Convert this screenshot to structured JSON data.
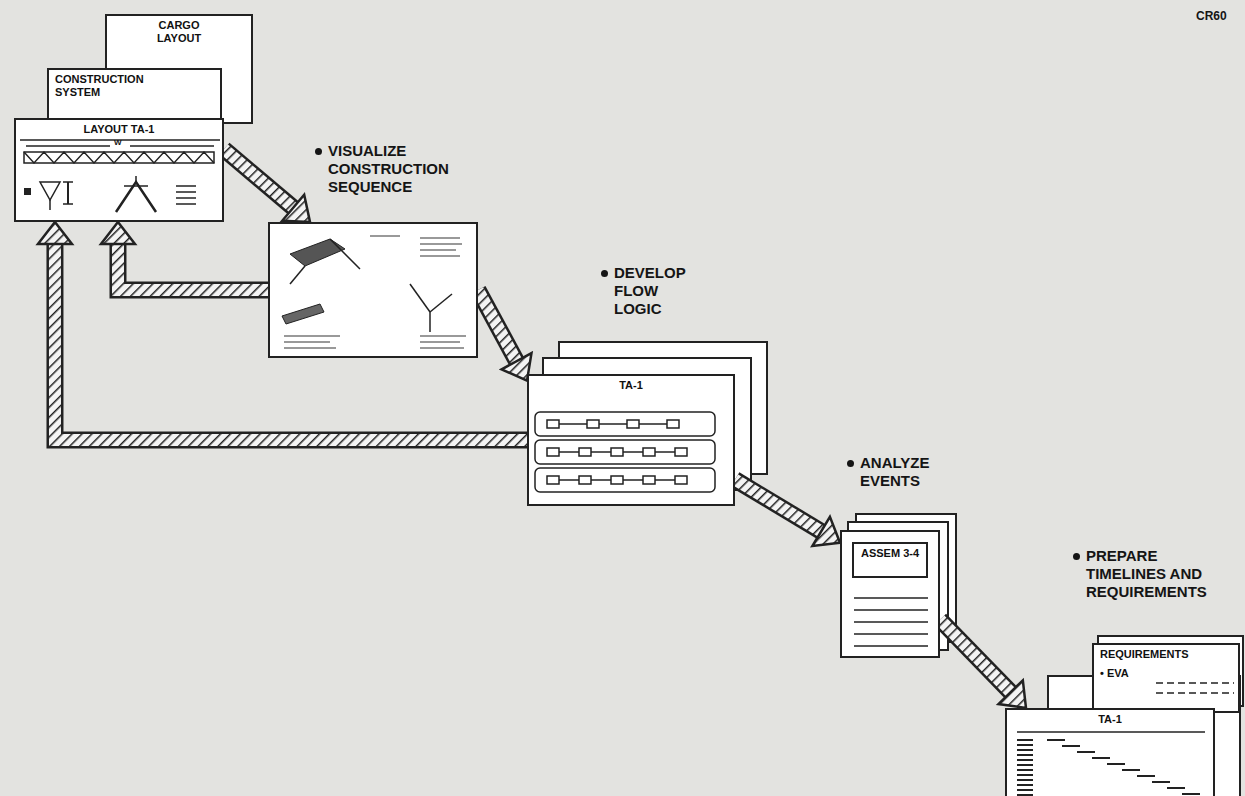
{
  "diagram": {
    "nodes": [
      {
        "text": [
          "CARGO LAYOUT"
        ]
      },
      {
        "text": [
          "CONSTRUCTION SYSTEM"
        ]
      },
      {
        "text": [
          "LAYOUT TA-1"
        ]
      },
      {
        "text": [
          "VISUALIZE CONSTRUCTION SEQUENCE"
        ]
      },
      {
        "text": [
          "DEVELOP FLOW LOGIC",
          "TA-1"
        ]
      },
      {
        "text": [
          "ANALYZE EVENTS"
        ]
      },
      {
        "text": [
          "ASSEM 3-4"
        ],
        "in": 5
      },
      {
        "text": [
          "PREPARE TIMELINES AND REQUIREMENTS",
          "REQUIREMENTS",
          "• EVA"
        ]
      },
      {
        "text": [
          "TA-1"
        ]
      }
    ],
    "edges": [
      {
        "from": 2,
        "to": 3,
        "arrow": "to"
      },
      {
        "from": 3,
        "to": 2,
        "arrow": "to"
      },
      {
        "from": 3,
        "to": 4,
        "arrow": "to"
      },
      {
        "from": 4,
        "to": 2,
        "arrow": "to"
      },
      {
        "from": 4,
        "to": 5,
        "arrow": "to"
      },
      {
        "from": 5,
        "to": 8,
        "arrow": "to"
      }
    ],
    "labels": [
      "CR60",
      "W"
    ]
  }
}
